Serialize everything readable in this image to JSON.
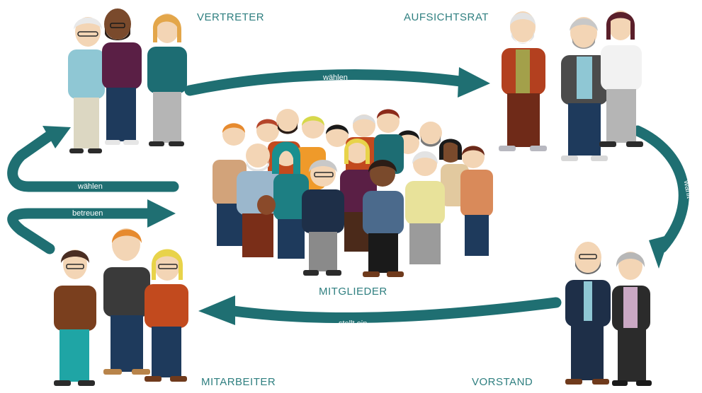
{
  "groups": {
    "vertreter": {
      "label": "VERTRETER"
    },
    "aufsichtsrat": {
      "label": "AUFSICHTSRAT"
    },
    "mitglieder": {
      "label": "MITGLIEDER"
    },
    "vorstand": {
      "label": "VORSTAND"
    },
    "mitarbeiter": {
      "label": "MITARBEITER"
    }
  },
  "arrows": {
    "vertreter_to_aufsichtsrat": "wählen",
    "aufsichtsrat_to_vorstand": "wählt",
    "vorstand_to_mitarbeiter": "stellt ein",
    "mitglieder_to_vertreter": "wählen",
    "mitarbeiter_to_mitglieder": "betreuen"
  },
  "colors": {
    "arrow": "#1f6f72",
    "label_text": "#2f7f80",
    "skin_light": "#f3d5b5",
    "skin_dark": "#7a4a2c",
    "hair_dark": "#2b1d16"
  }
}
